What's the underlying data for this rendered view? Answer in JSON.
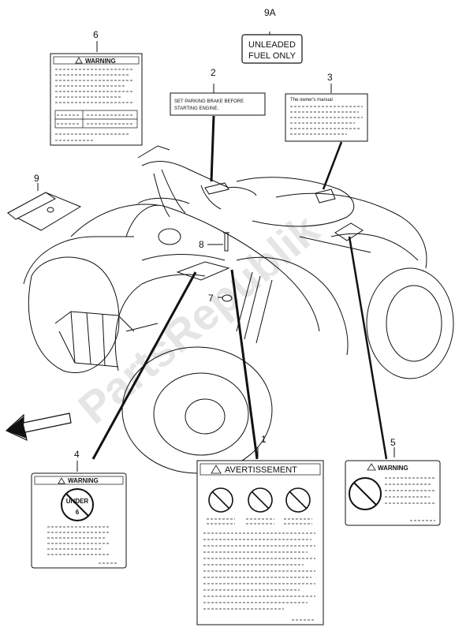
{
  "watermark": "PartsRepublik",
  "callouts": {
    "c1": "1",
    "c2": "2",
    "c3": "3",
    "c4": "4",
    "c5": "5",
    "c6": "6",
    "c7": "7",
    "c8": "8",
    "c9": "9",
    "c9a": "9A"
  },
  "labels": {
    "fuel_line1": "UNLEADED",
    "fuel_line2": "FUEL ONLY",
    "warning_6": "WARNING",
    "parking_line1": "SET PARKING BRAKE BEFORE",
    "parking_line2": "STARTING ENGINE.",
    "manual_3": "The owner's manual",
    "warning_4": "WARNING",
    "under_4": "UNDER",
    "under_age_4": "6",
    "avertissement_1": "AVERTISSEMENT",
    "warning_5": "WARNING"
  },
  "colors": {
    "line": "#111111",
    "watermark": "#d0d0d0"
  }
}
